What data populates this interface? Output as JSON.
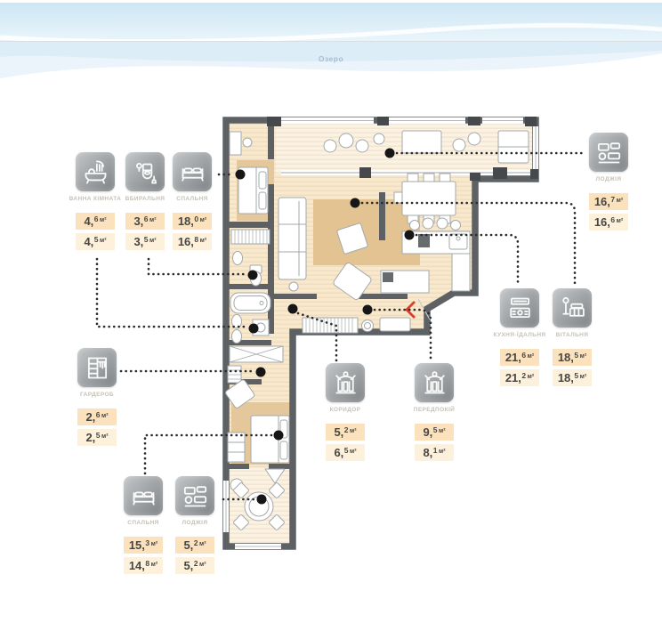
{
  "header": {
    "project_name": "Озеро"
  },
  "unit": "м²",
  "rooms": [
    {
      "label": "ВАННА КІМНАТА",
      "icon": "bathtub-icon",
      "a1main": "4,",
      "a1sup": "6",
      "a2main": "4,",
      "a2sup": "5"
    },
    {
      "label": "ВБИРАЛЬНЯ",
      "icon": "toilet-icon",
      "a1main": "3,",
      "a1sup": "6",
      "a2main": "3,",
      "a2sup": "5"
    },
    {
      "label": "СПАЛЬНЯ",
      "icon": "double-bed-icon",
      "a1main": "18,",
      "a1sup": "0",
      "a2main": "16,",
      "a2sup": "8"
    },
    {
      "label": "ЛОДЖІЯ",
      "icon": "loggia-furniture-icon",
      "a1main": "16,",
      "a1sup": "7",
      "a2main": "16,",
      "a2sup": "6"
    },
    {
      "label": "КУХНЯ-ЇДАЛЬНЯ",
      "icon": "kitchen-stove-icon",
      "a1main": "21,",
      "a1sup": "6",
      "a2main": "21,",
      "a2sup": "2"
    },
    {
      "label": "ВІТАЛЬНЯ",
      "icon": "sofa-lamp-icon",
      "a1main": "18,",
      "a1sup": "5",
      "a2main": "18,",
      "a2sup": "5"
    },
    {
      "label": "ГАРДЕРОБ",
      "icon": "wardrobe-shelves-icon",
      "a1main": "2,",
      "a1sup": "6",
      "a2main": "2,",
      "a2sup": "5"
    },
    {
      "label": "КОРИДОР",
      "icon": "console-mirror-icon",
      "a1main": "5,",
      "a1sup": "2",
      "a2main": "6,",
      "a2sup": "5"
    },
    {
      "label": "ПЕРЕДПОКІЙ",
      "icon": "console-mirror-icon",
      "a1main": "9,",
      "a1sup": "5",
      "a2main": "8,",
      "a2sup": "1"
    },
    {
      "label": "СПАЛЬНЯ",
      "icon": "double-bed-icon",
      "a1main": "15,",
      "a1sup": "3",
      "a2main": "14,",
      "a2sup": "8"
    },
    {
      "label": "ЛОДЖІЯ",
      "icon": "loggia-furniture-icon",
      "a1main": "5,",
      "a1sup": "2",
      "a2main": "5,",
      "a2sup": "2"
    }
  ]
}
